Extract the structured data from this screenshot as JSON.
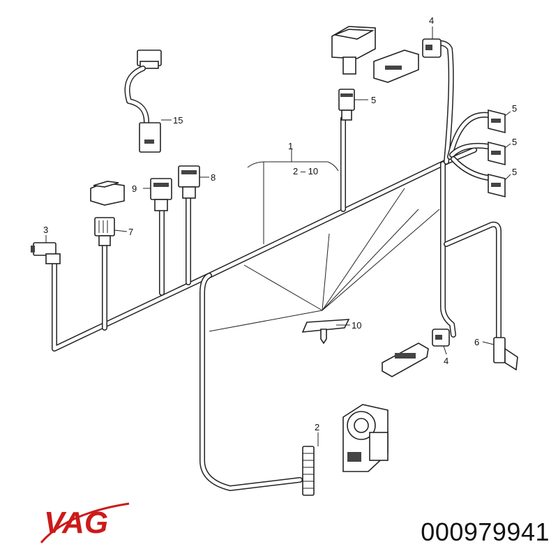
{
  "diagram": {
    "callouts": {
      "c1": "1",
      "c2_10": "2 – 10",
      "c2": "2",
      "c3": "3",
      "c4_top": "4",
      "c4_bottom": "4",
      "c5_a": "5",
      "c5_b": "5",
      "c5_c": "5",
      "c5_d": "5",
      "c6": "6",
      "c7": "7",
      "c8": "8",
      "c9": "9",
      "c10": "10",
      "c15": "15"
    }
  },
  "brand": {
    "logo_text": "VAG",
    "logo_color": "#cc1a1a",
    "part_number": "000979941"
  }
}
